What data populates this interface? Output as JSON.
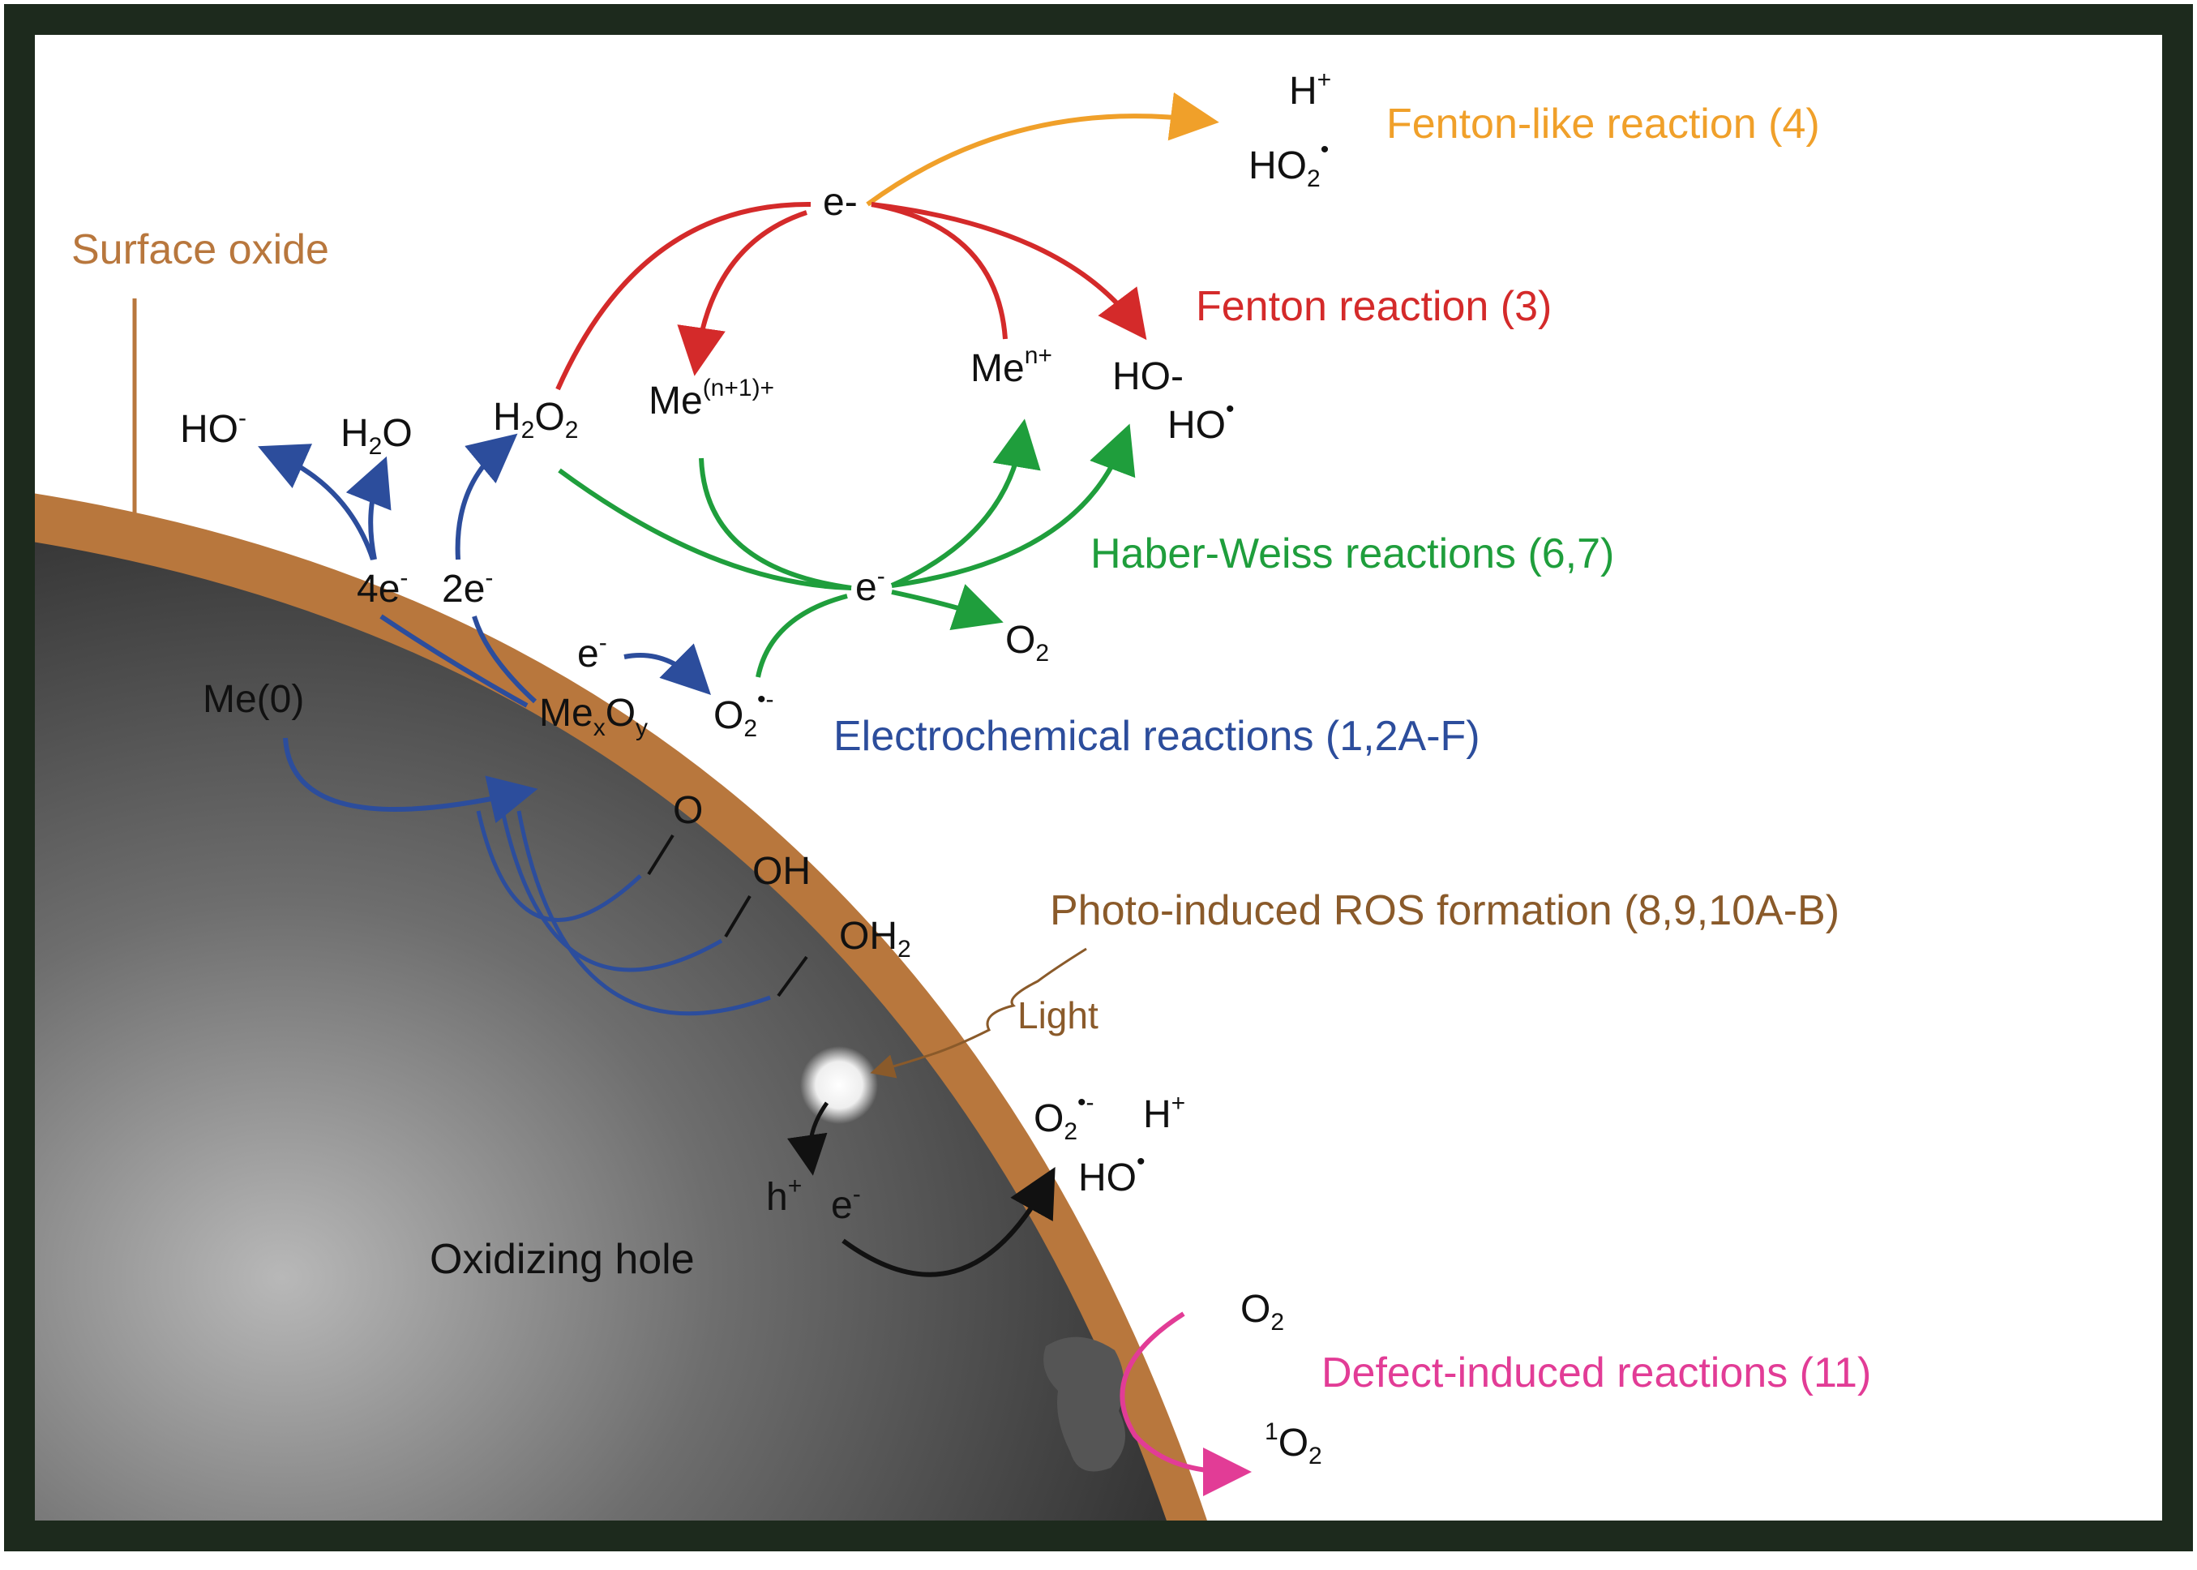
{
  "colors": {
    "frame": "#1d2a1d",
    "oxide": "#b8773d",
    "electrochem": "#2c4d9c",
    "fenton": "#d42a2a",
    "fenton_like": "#f0a02a",
    "haber_weiss": "#1f9e3c",
    "photo": "#8a5a2a",
    "defect": "#e23c96",
    "hole": "#111111"
  },
  "labels": {
    "surface_oxide": "Surface oxide",
    "fenton_like": "Fenton-like reaction (4)",
    "fenton": "Fenton reaction (3)",
    "haber_weiss": "Haber-Weiss reactions (6,7)",
    "electrochemical": "Electrochemical reactions (1,2A-F)",
    "photo_ros": "Photo-induced ROS formation (8,9,10A-B)",
    "light": "Light",
    "oxidizing_hole": "Oxidizing hole",
    "defect": "Defect-induced reactions (11)"
  },
  "species": {
    "h_plus_top": "H",
    "h_plus_top_sup": "+",
    "ho2_radical": "HO",
    "ho2_sub": "2",
    "ho2_dot": "•",
    "e_fenton": "e-",
    "me_n1_plus": "Me",
    "me_n1_plus_sup": "(n+1)+",
    "me_n_plus": "Me",
    "me_n_plus_sup": "n+",
    "ho_minus_fenton": "HO-",
    "ho_radical_fenton": "HO",
    "ho_radical_dot": "•",
    "ho_minus_left": "HO",
    "ho_minus_left_sup": "-",
    "h2o": "H",
    "h2o_sub": "2",
    "h2o_o": "O",
    "h2o2_h": "H",
    "h2o2_sub1": "2",
    "h2o2_o": "O",
    "h2o2_sub2": "2",
    "e_4": "4e",
    "e_4_sup": "-",
    "e_2": "2e",
    "e_2_sup": "-",
    "e_hw": "e",
    "e_hw_sup": "-",
    "o2_hw": "O",
    "o2_hw_sub": "2",
    "e_small": "e",
    "e_small_sup": "-",
    "mexoy_me": "Me",
    "mexoy_x": "x",
    "mexoy_o": "O",
    "mexoy_y": "y",
    "superoxide": "O",
    "superoxide_sub": "2",
    "superoxide_sup": "•-",
    "me0": "Me(0)",
    "site_o": "O",
    "site_oh": "OH",
    "site_oh2": "OH",
    "site_oh2_sub": "2",
    "photo_superoxide": "O",
    "photo_superoxide_sub": "2",
    "photo_superoxide_sup": "•-",
    "photo_h_plus": "H",
    "photo_h_plus_sup": "+",
    "photo_ho_radical": "HO",
    "photo_ho_dot": "•",
    "h_plus_hole": "h",
    "h_plus_hole_sup": "+",
    "e_hole": "e",
    "e_hole_sup": "-",
    "defect_o2": "O",
    "defect_o2_sub": "2",
    "singlet_o2_sup": "1",
    "singlet_o2": "O",
    "singlet_o2_sub": "2"
  }
}
